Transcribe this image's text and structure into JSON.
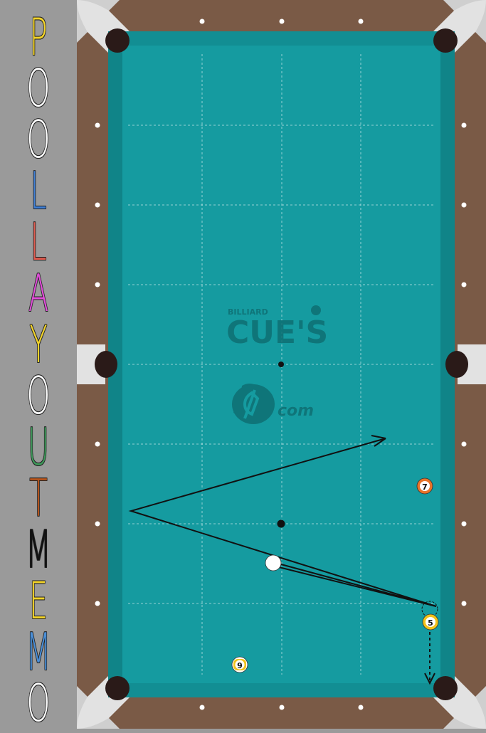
{
  "title": {
    "letters": [
      {
        "char": "P",
        "color": "#f2d32a"
      },
      {
        "char": "O",
        "color": "#ffffff"
      },
      {
        "char": "O",
        "color": "#ffffff"
      },
      {
        "char": "L",
        "color": "#3f7fd6"
      },
      {
        "char": "L",
        "color": "#e05a4e"
      },
      {
        "char": "A",
        "color": "#e04ed8"
      },
      {
        "char": "Y",
        "color": "#f2d32a"
      },
      {
        "char": "O",
        "color": "#ffffff"
      },
      {
        "char": "U",
        "color": "#3e9a5a"
      },
      {
        "char": "T",
        "color": "#b5541c"
      },
      {
        "char": "M",
        "color": "#111111"
      },
      {
        "char": "E",
        "color": "#f2d32a"
      },
      {
        "char": "M",
        "color": "#4a8fd8"
      },
      {
        "char": "O",
        "color": "#ffffff"
      }
    ]
  },
  "watermark": {
    "small": "BILLIARD",
    "main": "CUE'S",
    "sub": "com"
  },
  "balls": {
    "cue": {
      "label": "",
      "color": "#ffffff"
    },
    "seven": {
      "label": "7",
      "color": "#e8742a"
    },
    "five": {
      "label": "5",
      "color": "#f2c21a"
    },
    "nine": {
      "label": "9",
      "color": "#f2c21a"
    }
  },
  "colors": {
    "felt": "#159ba0",
    "felt_dark": "#108488",
    "rail": "#7a5a46",
    "corner": "#dcdcdc",
    "pocket": "#2a1a18",
    "diamond": "#ffffff"
  }
}
